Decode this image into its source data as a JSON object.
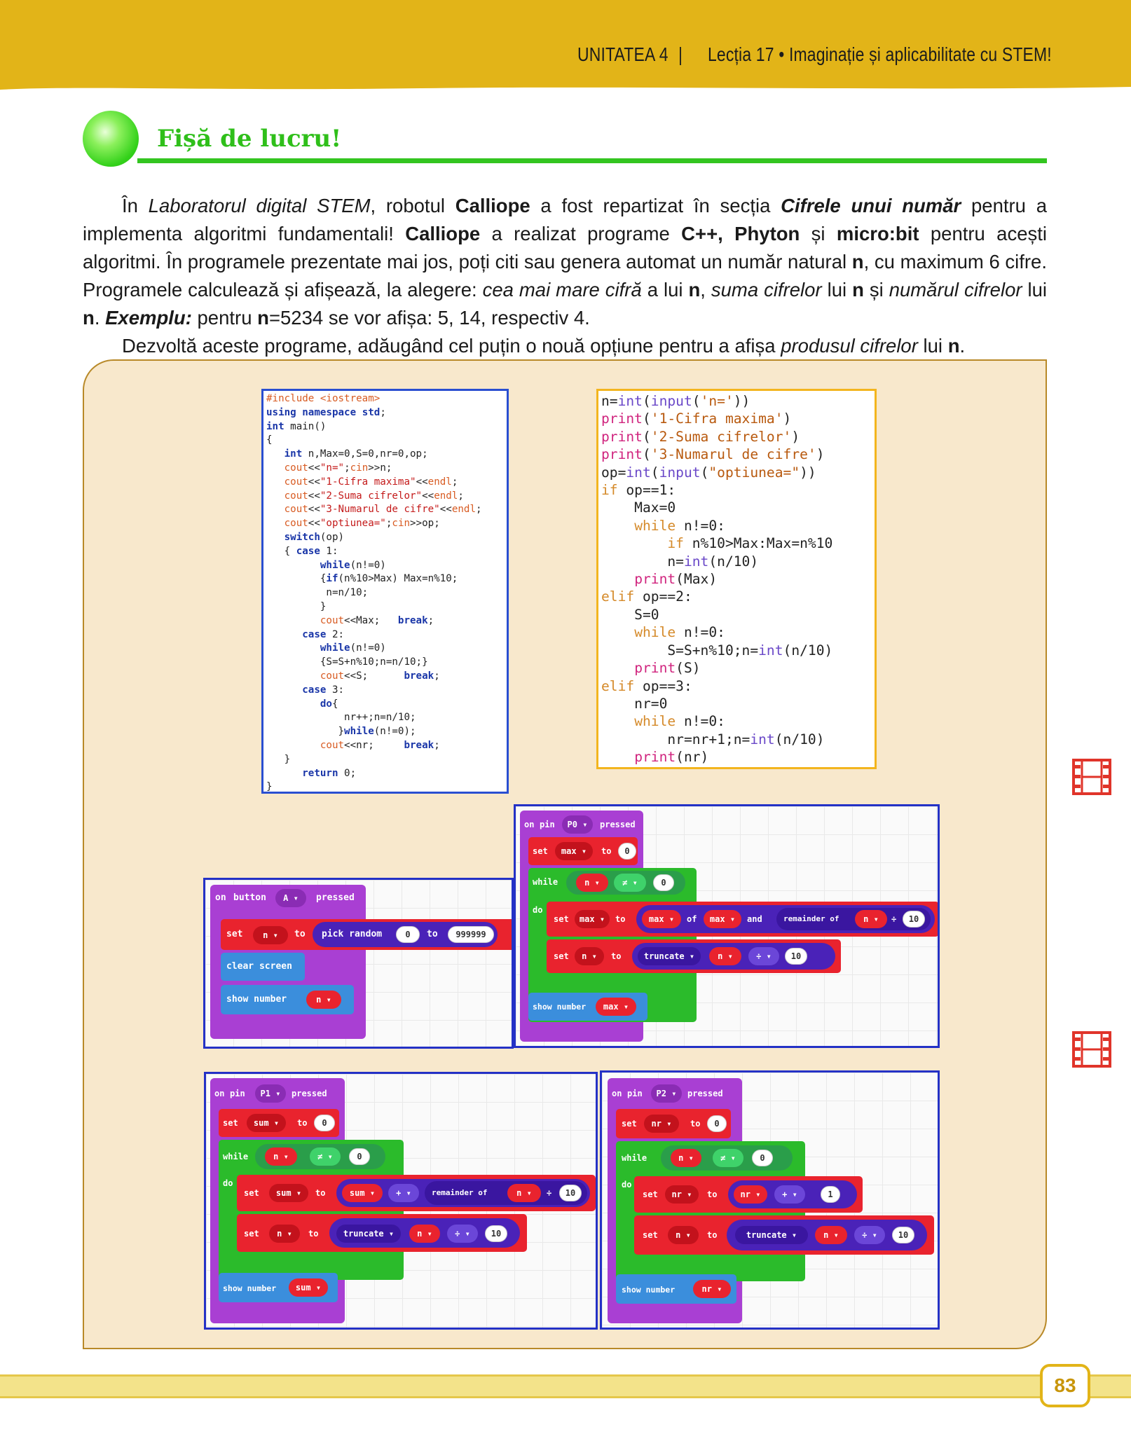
{
  "header": {
    "unit": "UNITATEA 4",
    "separator": "|",
    "lesson": "Lecția 17 • Imaginație și aplicabilitate cu STEM!"
  },
  "section_title": "Fișă de lucru!",
  "intro": {
    "p1_s1": "În ",
    "p1_s2": "Laboratorul digital STEM",
    "p1_s3": ", robotul ",
    "p1_s4": "Calliope",
    "p1_s5": " a fost repartizat în secția ",
    "p1_s6": "Cifrele unui număr",
    "p1_s7": " pentru a implementa algoritmi fundamentali! ",
    "p1_s8": "Calliope",
    "p1_s9": " a realizat programe ",
    "p1_s10": "C++, Phyton",
    "p1_s11": " și ",
    "p1_s12": "micro:bit",
    "p1_s13": " pentru acești algoritmi. În programele prezentate mai jos, poți citi sau genera automat un număr natural ",
    "p1_s14": "n",
    "p1_s15": ", cu maximum 6 cifre. Programele calculează și afișează, la alegere: ",
    "p1_s16": "cea mai mare cifră",
    "p1_s17": " a lui ",
    "p1_s18": "n",
    "p1_s19": ", ",
    "p1_s20": "suma cifrelor",
    "p1_s21": " lui ",
    "p1_s22": "n",
    "p1_s23": " și ",
    "p1_s24": "numărul cifrelor",
    "p1_s25": " lui ",
    "p1_s26": "n",
    "p1_s27": ". ",
    "p1_s28": "Exemplu:",
    "p1_s29": " pentru ",
    "p1_s30": "n",
    "p1_s31": "=5234 se vor afișa: 5, 14, respectiv 4.",
    "p2_s1": "Dezvoltă aceste programe, adăugând cel puțin o nouă opțiune pentru a afișa ",
    "p2_s2": "produsul cifrelor",
    "p2_s3": " lui ",
    "p2_s4": "n",
    "p2_s5": "."
  },
  "cpp_code": [
    "#include <iostream>",
    "using namespace std;",
    "int main()",
    "{",
    "   int n,Max=0,S=0,nr=0,op;",
    "   cout<<\"n=\";cin>>n;",
    "   cout<<\"1-Cifra maxima\"<<endl;",
    "   cout<<\"2-Suma cifrelor\"<<endl;",
    "   cout<<\"3-Numarul de cifre\"<<endl;",
    "   cout<<\"optiunea=\";cin>>op;",
    "   switch(op)",
    "   { case 1:",
    "         while(n!=0)",
    "         {if(n%10>Max) Max=n%10;",
    "          n=n/10;",
    "         }",
    "         cout<<Max;   break;",
    "      case 2:",
    "         while(n!=0)",
    "         {S=S+n%10;n=n/10;}",
    "         cout<<S;      break;",
    "      case 3:",
    "         do{",
    "             nr++;n=n/10;",
    "            }while(n!=0);",
    "         cout<<nr;     break;",
    "   }",
    "      return 0;",
    "}"
  ],
  "py_code": [
    "n=int(input('n='))",
    "print('1-Cifra maxima')",
    "print('2-Suma cifrelor')",
    "print('3-Numarul de cifre')",
    "op=int(input(\"optiunea=\"))",
    "if op==1:",
    "    Max=0",
    "    while n!=0:",
    "        if n%10>Max:Max=n%10",
    "        n=int(n/10)",
    "    print(Max)",
    "elif op==2:",
    "    S=0",
    "    while n!=0:",
    "        S=S+n%10;n=int(n/10)",
    "    print(S)",
    "elif op==3:",
    "    nr=0",
    "    while n!=0:",
    "        nr=nr+1;n=int(n/10)",
    "    print(nr)"
  ],
  "mb": {
    "on": "on",
    "button": "button",
    "pin": "pin",
    "pressed": "pressed",
    "set": "set",
    "to": "to",
    "while": "while",
    "do": "do",
    "pick_random": "pick random",
    "clear_screen": "clear screen",
    "show_number": "show number",
    "truncate": "truncate",
    "remainder_of": "remainder of",
    "and": "and",
    "of": "of",
    "A": "A",
    "P0": "P0",
    "P1": "P1",
    "P2": "P2",
    "n": "n",
    "max": "max",
    "sum": "sum",
    "nr": "nr",
    "neq": "≠",
    "plus": "+",
    "div": "÷",
    "v0": "0",
    "v1": "1",
    "v10": "10",
    "v999999": "999999",
    "arrow": "▾"
  },
  "page_number": "83",
  "colors": {
    "header_band": "#e2b418",
    "accent_green": "#33c520",
    "panel_bg": "#f8e8cc",
    "film_icon": "#e0342a"
  }
}
